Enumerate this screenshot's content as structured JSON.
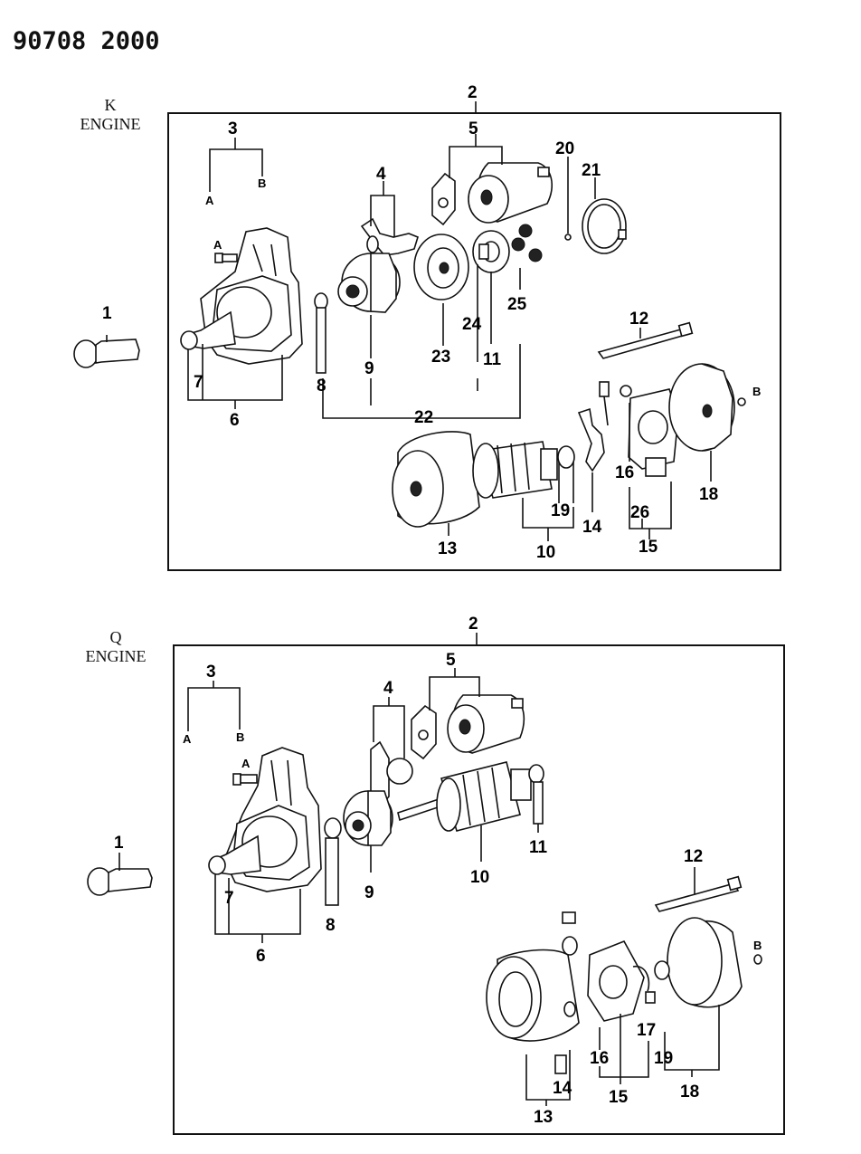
{
  "doc_id": "90708 2000",
  "k_section": {
    "engine_line1": "K",
    "engine_line2": "ENGINE",
    "labels": {
      "l1": "1",
      "l2": "2",
      "l3": "3",
      "l3a": "A",
      "l3b": "B",
      "l4": "4",
      "l5": "5",
      "l6": "6",
      "l7": "7",
      "l8": "8",
      "l9": "9",
      "l10": "10",
      "l11": "11",
      "l12": "12",
      "l13": "13",
      "l14": "14",
      "l15": "15",
      "l16": "16",
      "l18": "18",
      "l19": "19",
      "l20": "20",
      "l21": "21",
      "l22": "22",
      "l23": "23",
      "l24": "24",
      "l25": "25",
      "l26": "26",
      "bolt_a": "A",
      "screw_b": "B"
    }
  },
  "q_section": {
    "engine_line1": "Q",
    "engine_line2": "ENGINE",
    "labels": {
      "l1": "1",
      "l2": "2",
      "l3": "3",
      "l3a": "A",
      "l3b": "B",
      "l4": "4",
      "l5": "5",
      "l6": "6",
      "l7": "7",
      "l8": "8",
      "l9": "9",
      "l10": "10",
      "l11": "11",
      "l12": "12",
      "l13": "13",
      "l14": "14",
      "l15": "15",
      "l16": "16",
      "l17": "17",
      "l18": "18",
      "l19": "19",
      "bolt_a": "A",
      "screw_b": "B"
    }
  }
}
